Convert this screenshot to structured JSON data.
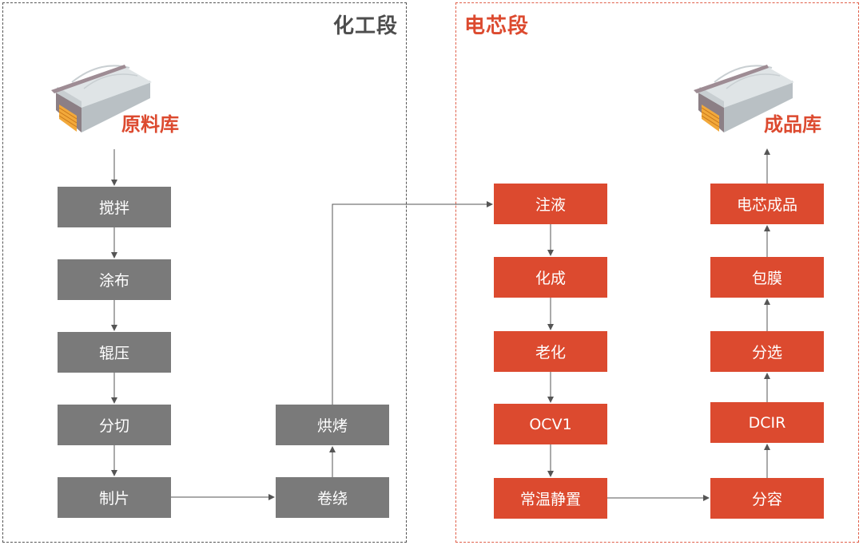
{
  "colors": {
    "chem_border": "#555555",
    "cell_border": "#e0604a",
    "chem_title": "#4d4d4d",
    "accent_red": "#dc4a2f",
    "gray_box": "#7a7a7a",
    "arrow": "#555555"
  },
  "sections": {
    "chem": {
      "title": "化工段"
    },
    "cell": {
      "title": "电芯段"
    }
  },
  "stores": {
    "raw": {
      "label": "原料库",
      "icon": "warehouse-icon"
    },
    "finished": {
      "label": "成品库",
      "icon": "warehouse-icon"
    }
  },
  "steps": {
    "mix": "搅拌",
    "coat": "涂布",
    "roll": "辊压",
    "slit": "分切",
    "make": "制片",
    "wind": "卷绕",
    "bake": "烘烤",
    "inject": "注液",
    "form": "化成",
    "age": "老化",
    "ocv": "OCV1",
    "rest": "常温静置",
    "grade": "分容",
    "dcir": "DCIR",
    "sort": "分选",
    "wrap": "包膜",
    "product": "电芯成品"
  }
}
